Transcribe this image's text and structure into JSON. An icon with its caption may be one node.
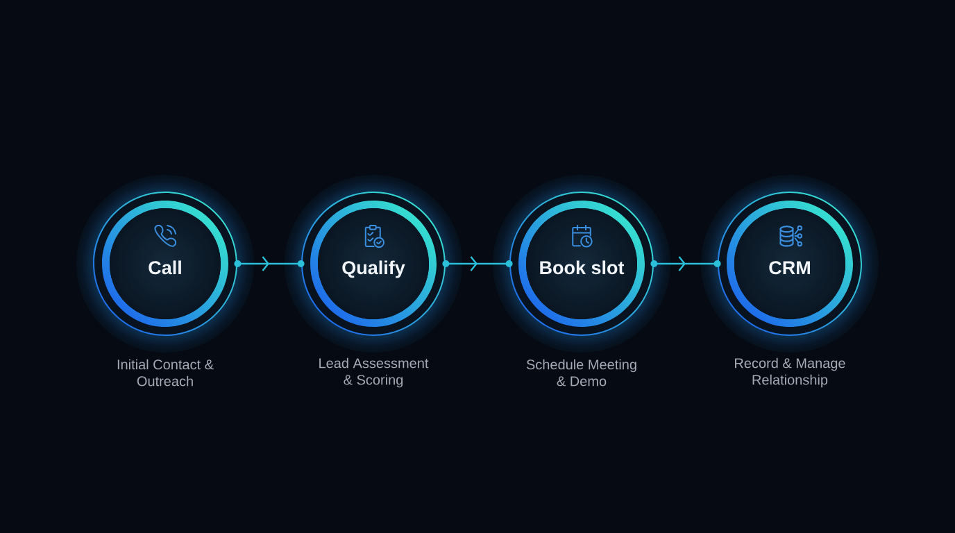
{
  "diagram": {
    "nodes": [
      {
        "text": [
          "Call",
          "Initial Contact & Outreach"
        ]
      },
      {
        "text": [
          "Qualify",
          "Lead Assessment & Scoring"
        ]
      },
      {
        "text": [
          "Book slot",
          "Schedule Meeting & Demo"
        ]
      },
      {
        "text": [
          "CRM",
          "Record & Manage Relationship"
        ]
      }
    ],
    "edges": [
      {
        "from": 0,
        "to": 1,
        "arrow": "to"
      },
      {
        "from": 1,
        "to": 2,
        "arrow": "to"
      },
      {
        "from": 2,
        "to": 3,
        "arrow": "to"
      }
    ]
  }
}
